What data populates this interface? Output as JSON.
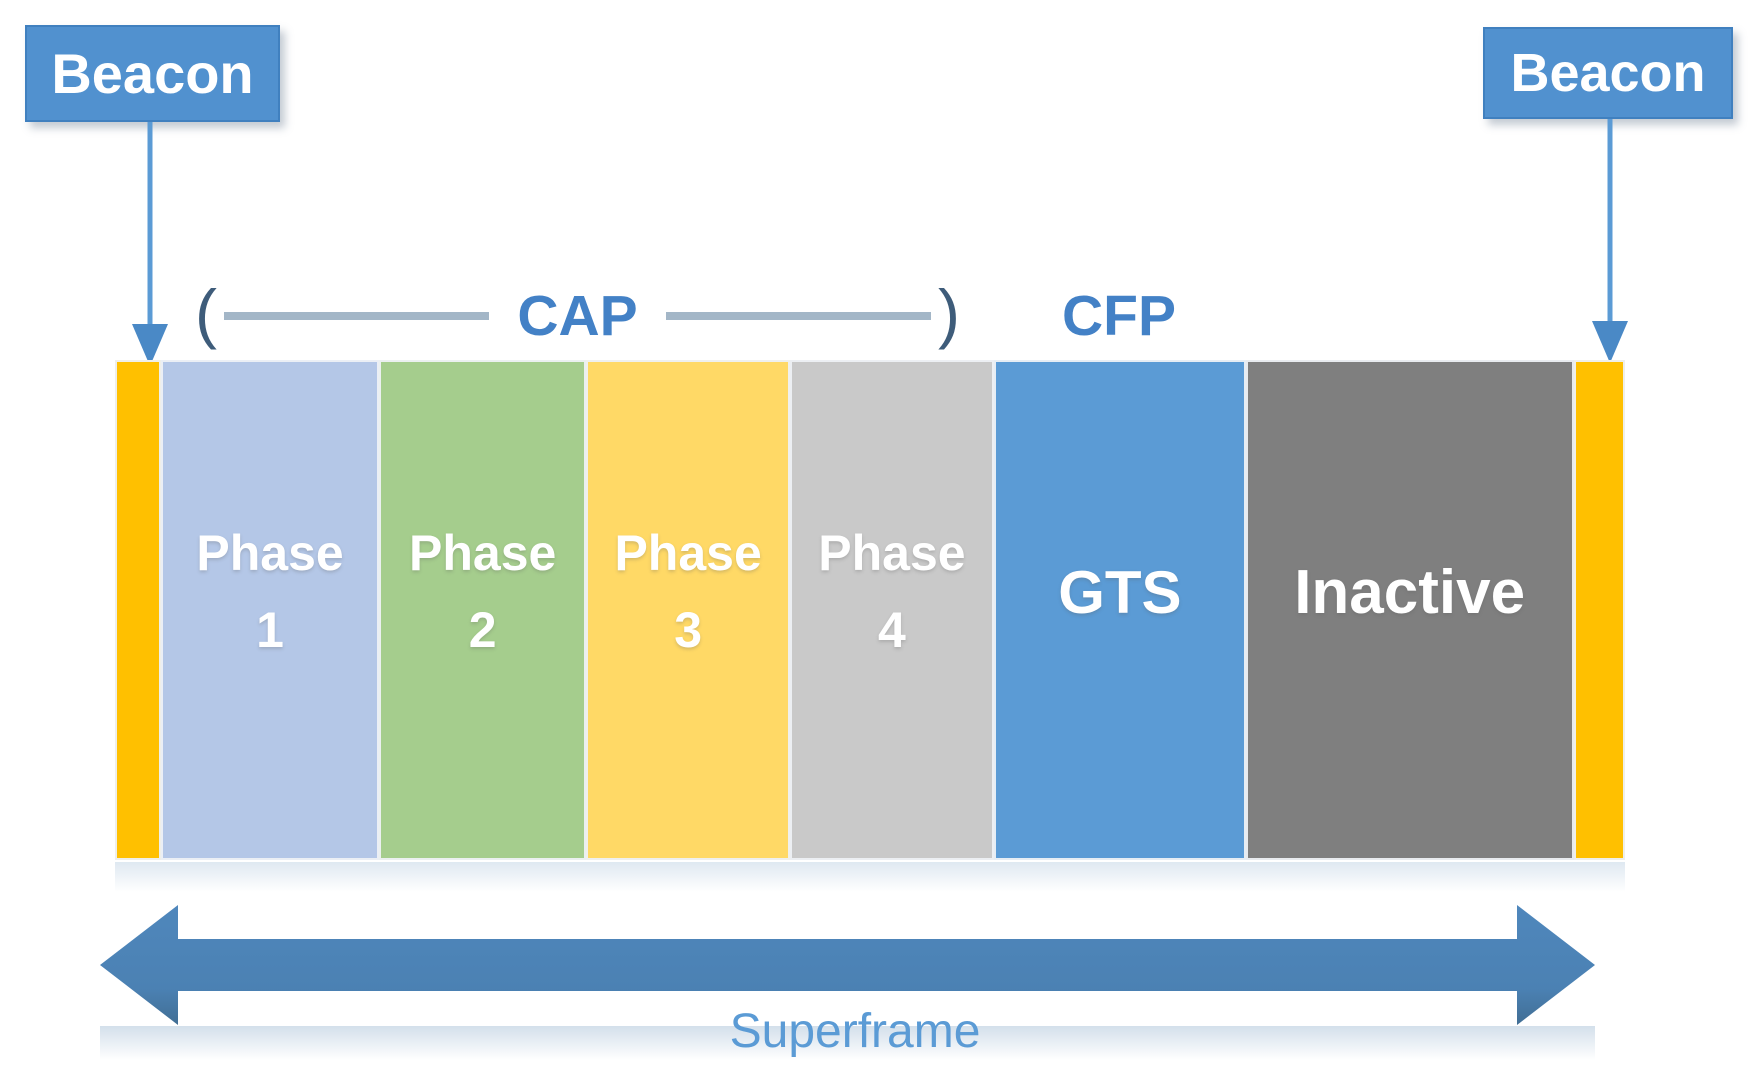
{
  "labels": {
    "beacon_left": "Beacon",
    "beacon_right": "Beacon",
    "cap": "CAP",
    "cfp": "CFP",
    "superframe": "Superframe"
  },
  "colors": {
    "beacon_box": "#5191CF",
    "beacon_strip": "#FFC000",
    "cap_cfp_text": "#4381C6",
    "cap_line": "#A3B6C7",
    "cap_arrowhead": "#3E5C7A",
    "beacon_pointer_arrow": "#4A89C6",
    "superframe_arrow": "#4C84B8",
    "superframe_text": "#5B9BD5",
    "segment_text": "#FFFFFF"
  },
  "segments": [
    {
      "name": "beacon-strip-left",
      "label": "",
      "color": "#FFC000",
      "width_pct": 3.06,
      "kind": "beacon-strip"
    },
    {
      "name": "phase-1",
      "label": "Phase\n1",
      "color": "#B4C7E7",
      "width_pct": 14.42,
      "kind": "phase"
    },
    {
      "name": "phase-2",
      "label": "Phase\n2",
      "color": "#A5CD8D",
      "width_pct": 13.74,
      "kind": "phase"
    },
    {
      "name": "phase-3",
      "label": "Phase\n3",
      "color": "#FFD966",
      "width_pct": 13.47,
      "kind": "phase"
    },
    {
      "name": "phase-4",
      "label": "Phase\n4",
      "color": "#C9C9C9",
      "width_pct": 13.53,
      "kind": "phase"
    },
    {
      "name": "gts",
      "label": "GTS",
      "color": "#5B9BD5",
      "width_pct": 16.66,
      "kind": "gts"
    },
    {
      "name": "inactive",
      "label": "Inactive",
      "color": "#7F7F7F",
      "width_pct": 21.72,
      "kind": "inactive"
    },
    {
      "name": "beacon-strip-right",
      "label": "",
      "color": "#FFC000",
      "width_pct": 3.4,
      "kind": "beacon-strip"
    }
  ]
}
